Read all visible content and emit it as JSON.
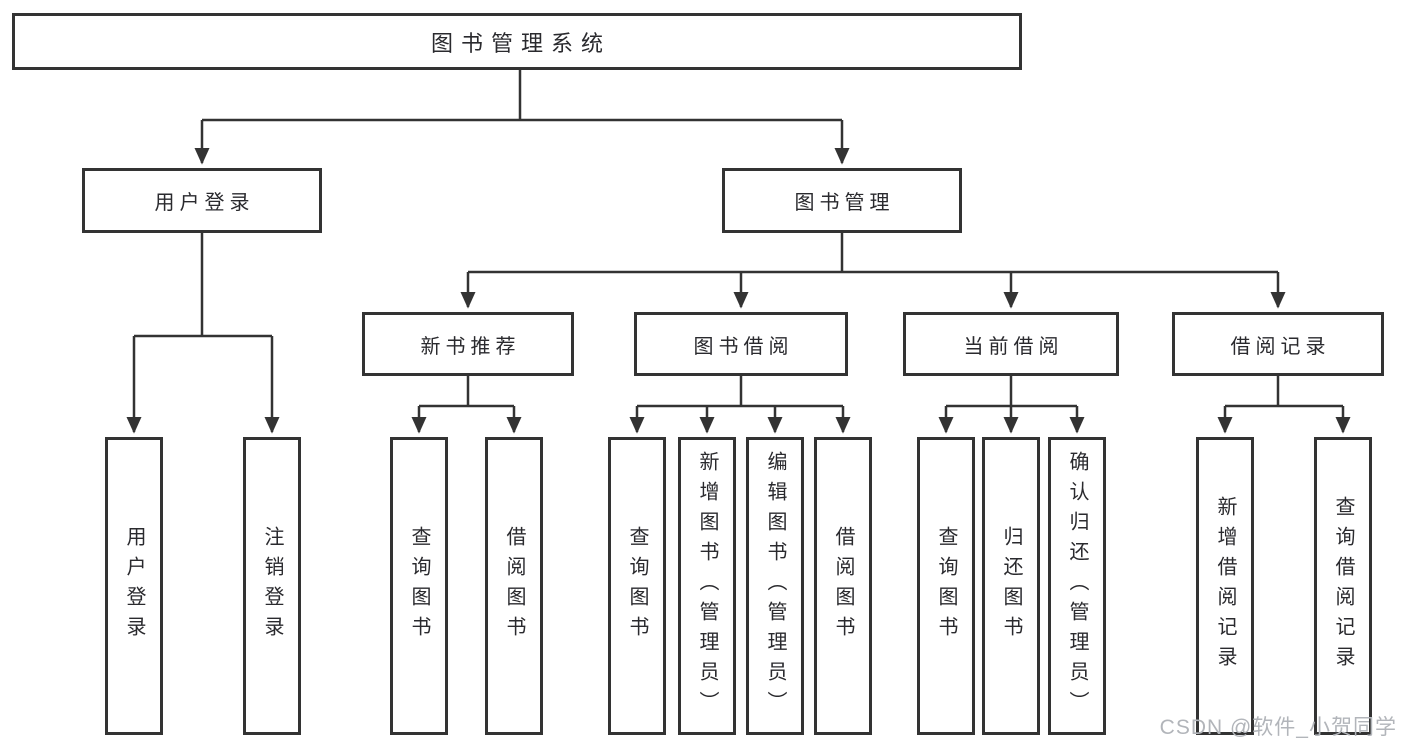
{
  "tree": {
    "label": "图书管理系统",
    "children": [
      {
        "label": "用户登录",
        "children": [
          {
            "label": "用户登录"
          },
          {
            "label": "注销登录"
          }
        ]
      },
      {
        "label": "图书管理",
        "children": [
          {
            "label": "新书推荐",
            "children": [
              {
                "label": "查询图书"
              },
              {
                "label": "借阅图书"
              }
            ]
          },
          {
            "label": "图书借阅",
            "children": [
              {
                "label": "查询图书"
              },
              {
                "label": "新增图书（管理员）"
              },
              {
                "label": "编辑图书（管理员）"
              },
              {
                "label": "借阅图书"
              }
            ]
          },
          {
            "label": "当前借阅",
            "children": [
              {
                "label": "查询图书"
              },
              {
                "label": "归还图书"
              },
              {
                "label": "确认归还（管理员）"
              }
            ]
          },
          {
            "label": "借阅记录",
            "children": [
              {
                "label": "新增借阅记录"
              },
              {
                "label": "查询借阅记录"
              }
            ]
          }
        ]
      }
    ]
  },
  "watermark": "CSDN @软件_小贺同学",
  "colors": {
    "line": "#333333",
    "box_border": "#333333",
    "text": "#2a2a2e",
    "watermark": "#b2b5ba",
    "background": "#ffffff"
  }
}
